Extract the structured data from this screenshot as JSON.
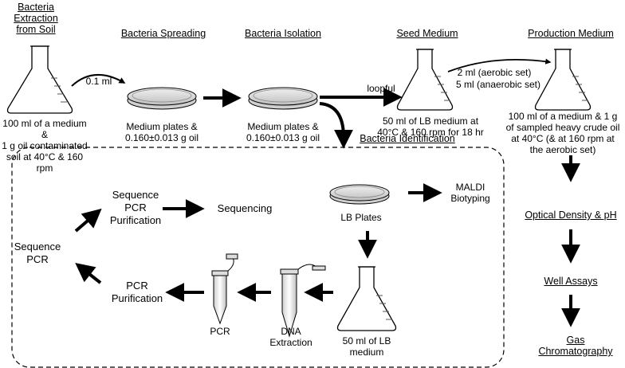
{
  "stages": {
    "extraction": {
      "title": "Bacteria\nExtraction\nfrom Soil",
      "desc": "100 ml of a medium &\n1 g oil contaminated\nsoil at 40°C & 160 rpm"
    },
    "spreading": {
      "title": "Bacteria Spreading",
      "desc": "Medium plates &\n0.160±0.013 g oil"
    },
    "isolation": {
      "title": "Bacteria Isolation",
      "desc": "Medium plates &\n0.160±0.013 g oil"
    },
    "seed": {
      "title": "Seed Medium",
      "desc": "50 ml of LB medium at\n40°C & 160 rpm for 18 hr"
    },
    "production": {
      "title": "Production Medium",
      "desc": "100 ml of a medium & 1 g\nof sampled heavy crude oil\nat 40°C (& at 160 rpm at\nthe aerobic set)"
    }
  },
  "transfers": {
    "to_spreading": "0.1 ml",
    "to_seed": "loopful",
    "aerobic": "2 ml (aerobic set)",
    "anaerobic": "5 ml (anaerobic set)"
  },
  "analysis": {
    "optical_density": "Optical Density & pH",
    "well_assays": "Well Assays",
    "gas_chromatography": "Gas\nChromatography"
  },
  "identification": {
    "title": "Bacteria Identification",
    "lb_plates": "LB Plates",
    "maldi": "MALDI\nBiotyping",
    "lb_medium": "50 ml of LB\nmedium",
    "dna_extraction": "DNA\nExtraction",
    "pcr": "PCR",
    "pcr_purification": "PCR\nPurification",
    "sequence_pcr": "Sequence\nPCR",
    "sequence_pcr_purification": "Sequence\nPCR\nPurification",
    "sequencing": "Sequencing"
  }
}
